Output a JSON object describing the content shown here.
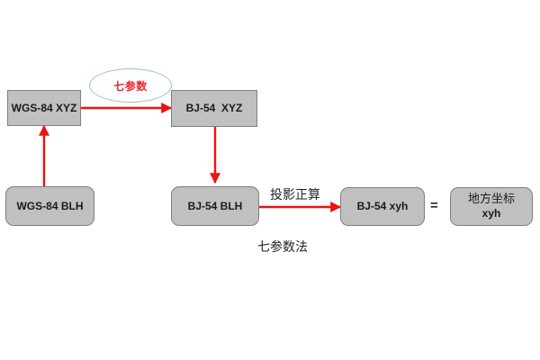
{
  "diagram": {
    "caption": "七参数法",
    "accent_arrow_color": "#ee1111",
    "box_fill_color": "#c0c0c0",
    "box_border_color": "#7f7f7f",
    "ellipse_border_color": "#8fc9a8",
    "ellipse_text_color": "#e8252a"
  },
  "nodes": [
    {
      "id": "wgs84_xyz",
      "label": "WGS-84 XYZ",
      "shape": "rectangle"
    },
    {
      "id": "bj54_xyz",
      "label": "BJ-54  XYZ",
      "shape": "rectangle"
    },
    {
      "id": "wgs84_blh",
      "label": "WGS-84 BLH",
      "shape": "rounded-rectangle"
    },
    {
      "id": "bj54_blh",
      "label": "BJ-54 BLH",
      "shape": "rounded-rectangle"
    },
    {
      "id": "bj54_xyh",
      "label": "BJ-54 xyh",
      "shape": "rounded-rectangle"
    },
    {
      "id": "local_coord",
      "label_line1": "地方坐标",
      "label_line2": "xyh",
      "shape": "rounded-rectangle"
    }
  ],
  "annotations": {
    "ellipse_label": "七参数",
    "projection_label": "投影正算",
    "equals_sign": "="
  },
  "edges": [
    {
      "from": "wgs84_blh",
      "to": "wgs84_xyz",
      "direction": "up",
      "label": ""
    },
    {
      "from": "wgs84_xyz",
      "to": "bj54_xyz",
      "direction": "right",
      "label": "七参数"
    },
    {
      "from": "bj54_xyz",
      "to": "bj54_blh",
      "direction": "down",
      "label": ""
    },
    {
      "from": "bj54_blh",
      "to": "bj54_xyh",
      "direction": "right",
      "label": "投影正算"
    }
  ]
}
